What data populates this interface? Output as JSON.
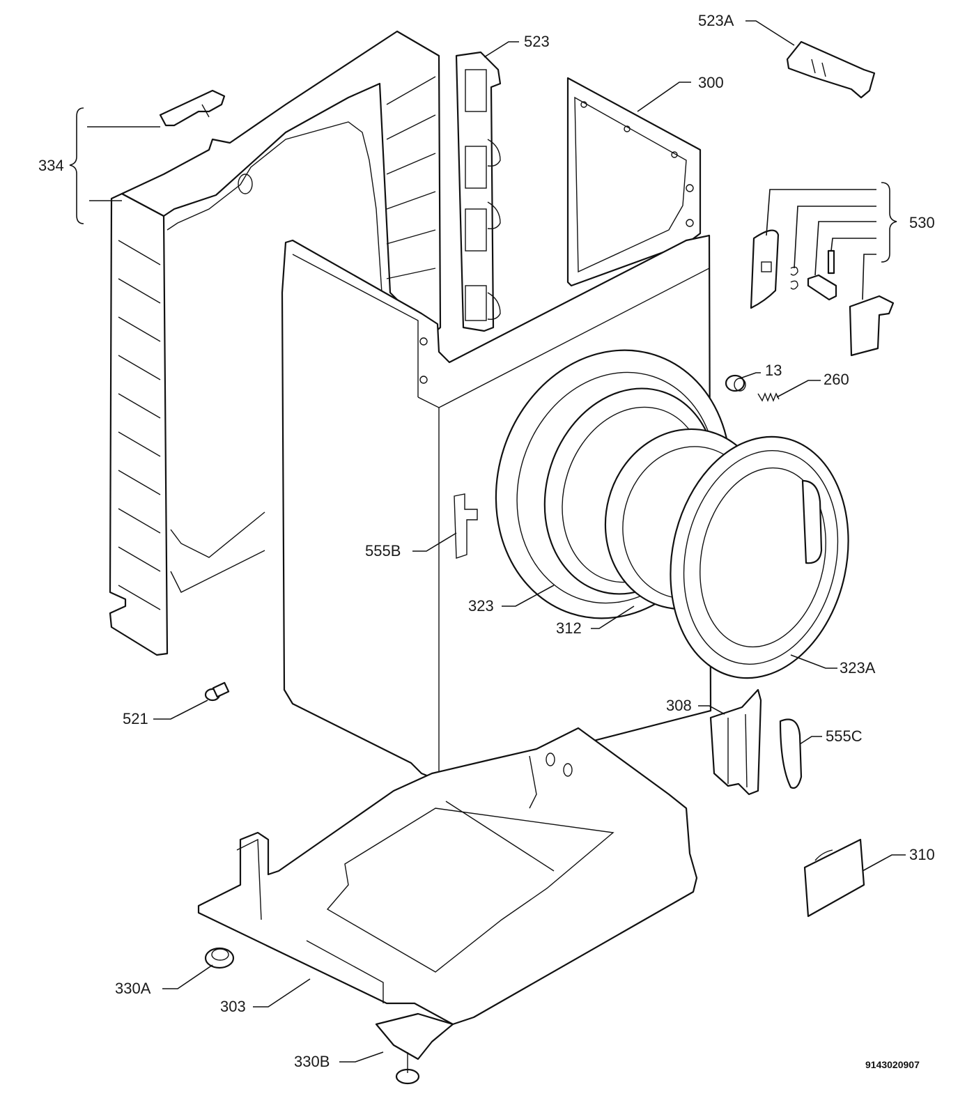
{
  "labels": {
    "p334": "334",
    "p523": "523",
    "p523a": "523A",
    "p300": "300",
    "p530": "530",
    "p13": "13",
    "p260": "260",
    "p555b": "555B",
    "p323": "323",
    "p312": "312",
    "p323a": "323A",
    "p521": "521",
    "p308": "308",
    "p555c": "555C",
    "p310": "310",
    "p330a": "330A",
    "p303": "303",
    "p330b": "330B"
  },
  "drawing_code": "9143020907"
}
